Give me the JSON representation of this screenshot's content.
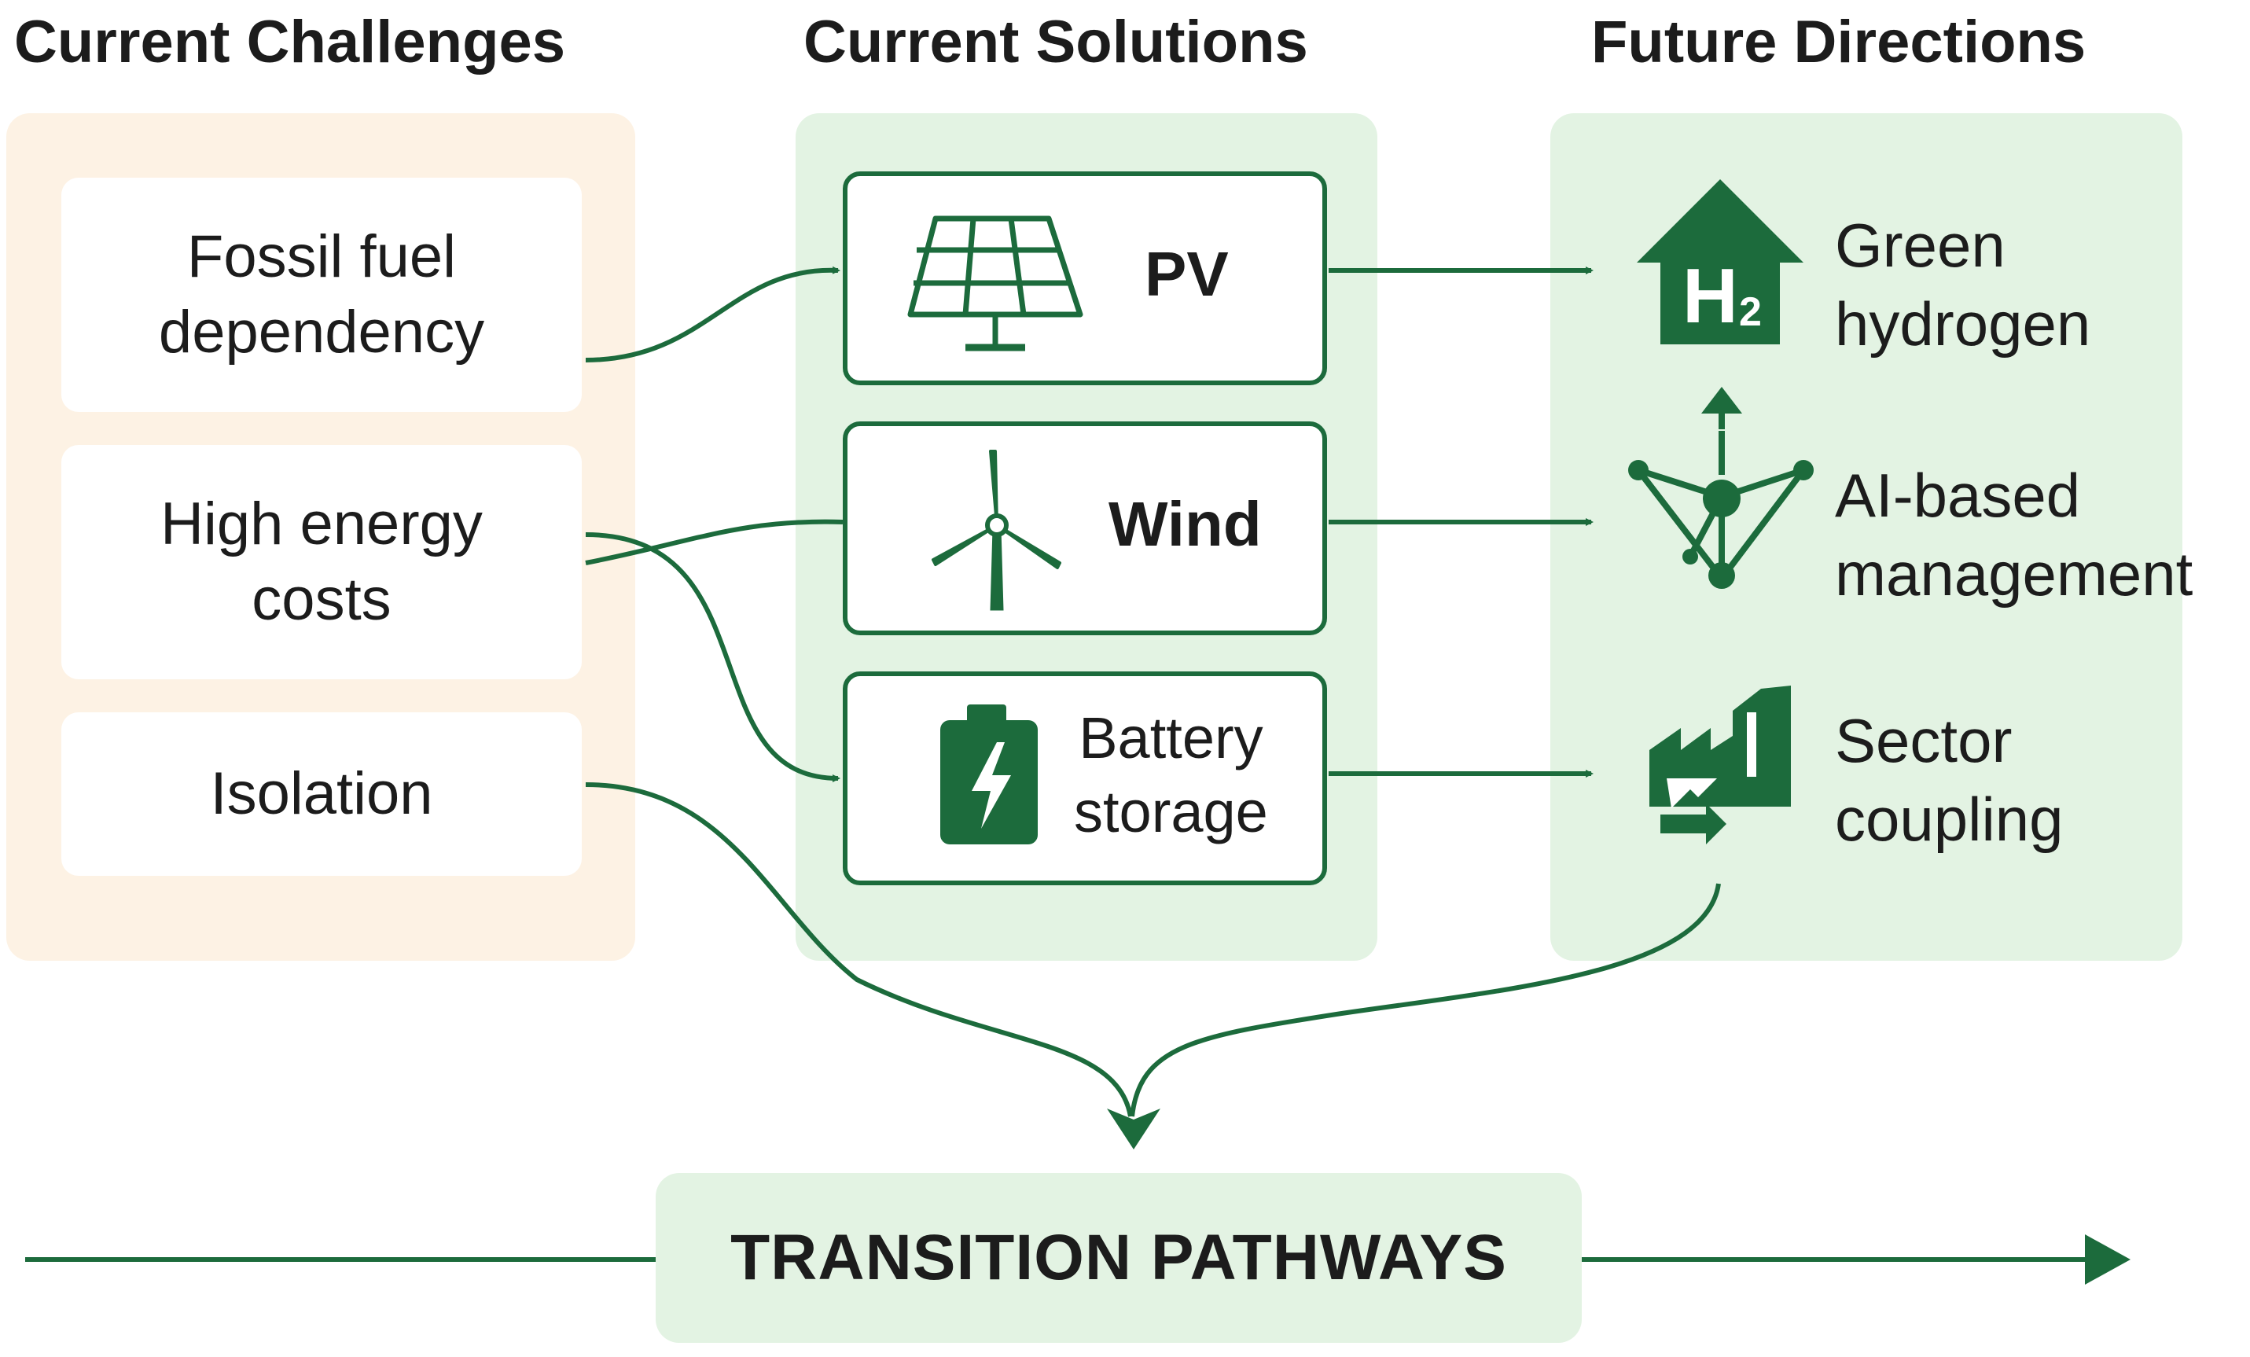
{
  "columns": {
    "challenges_title": "Current Challenges",
    "solutions_title": "Current Solutions",
    "future_title": "Future Directions"
  },
  "challenges": [
    {
      "label": "Fossil fuel\ndependency"
    },
    {
      "label": "High energy\ncosts"
    },
    {
      "label": "Isolation"
    }
  ],
  "solutions": [
    {
      "label": "PV",
      "icon": "solar-panel-icon"
    },
    {
      "label": "Wind",
      "icon": "wind-turbine-icon"
    },
    {
      "label": "Battery\nstorage",
      "icon": "battery-icon"
    }
  ],
  "future": [
    {
      "label": "Green\nhydrogen",
      "icon": "hydrogen-house-icon",
      "icon_text": "H",
      "icon_subscript": "2"
    },
    {
      "label": "AI-based\nmanagement",
      "icon": "network-node-icon"
    },
    {
      "label": "Sector\ncoupling",
      "icon": "sector-coupling-icon"
    }
  ],
  "transition": {
    "label": "TRANSITION PATHWAYS"
  },
  "colors": {
    "accent": "#1c6b3c",
    "panel_green": "#e3f3e3",
    "panel_orange": "#fdf2e4"
  }
}
